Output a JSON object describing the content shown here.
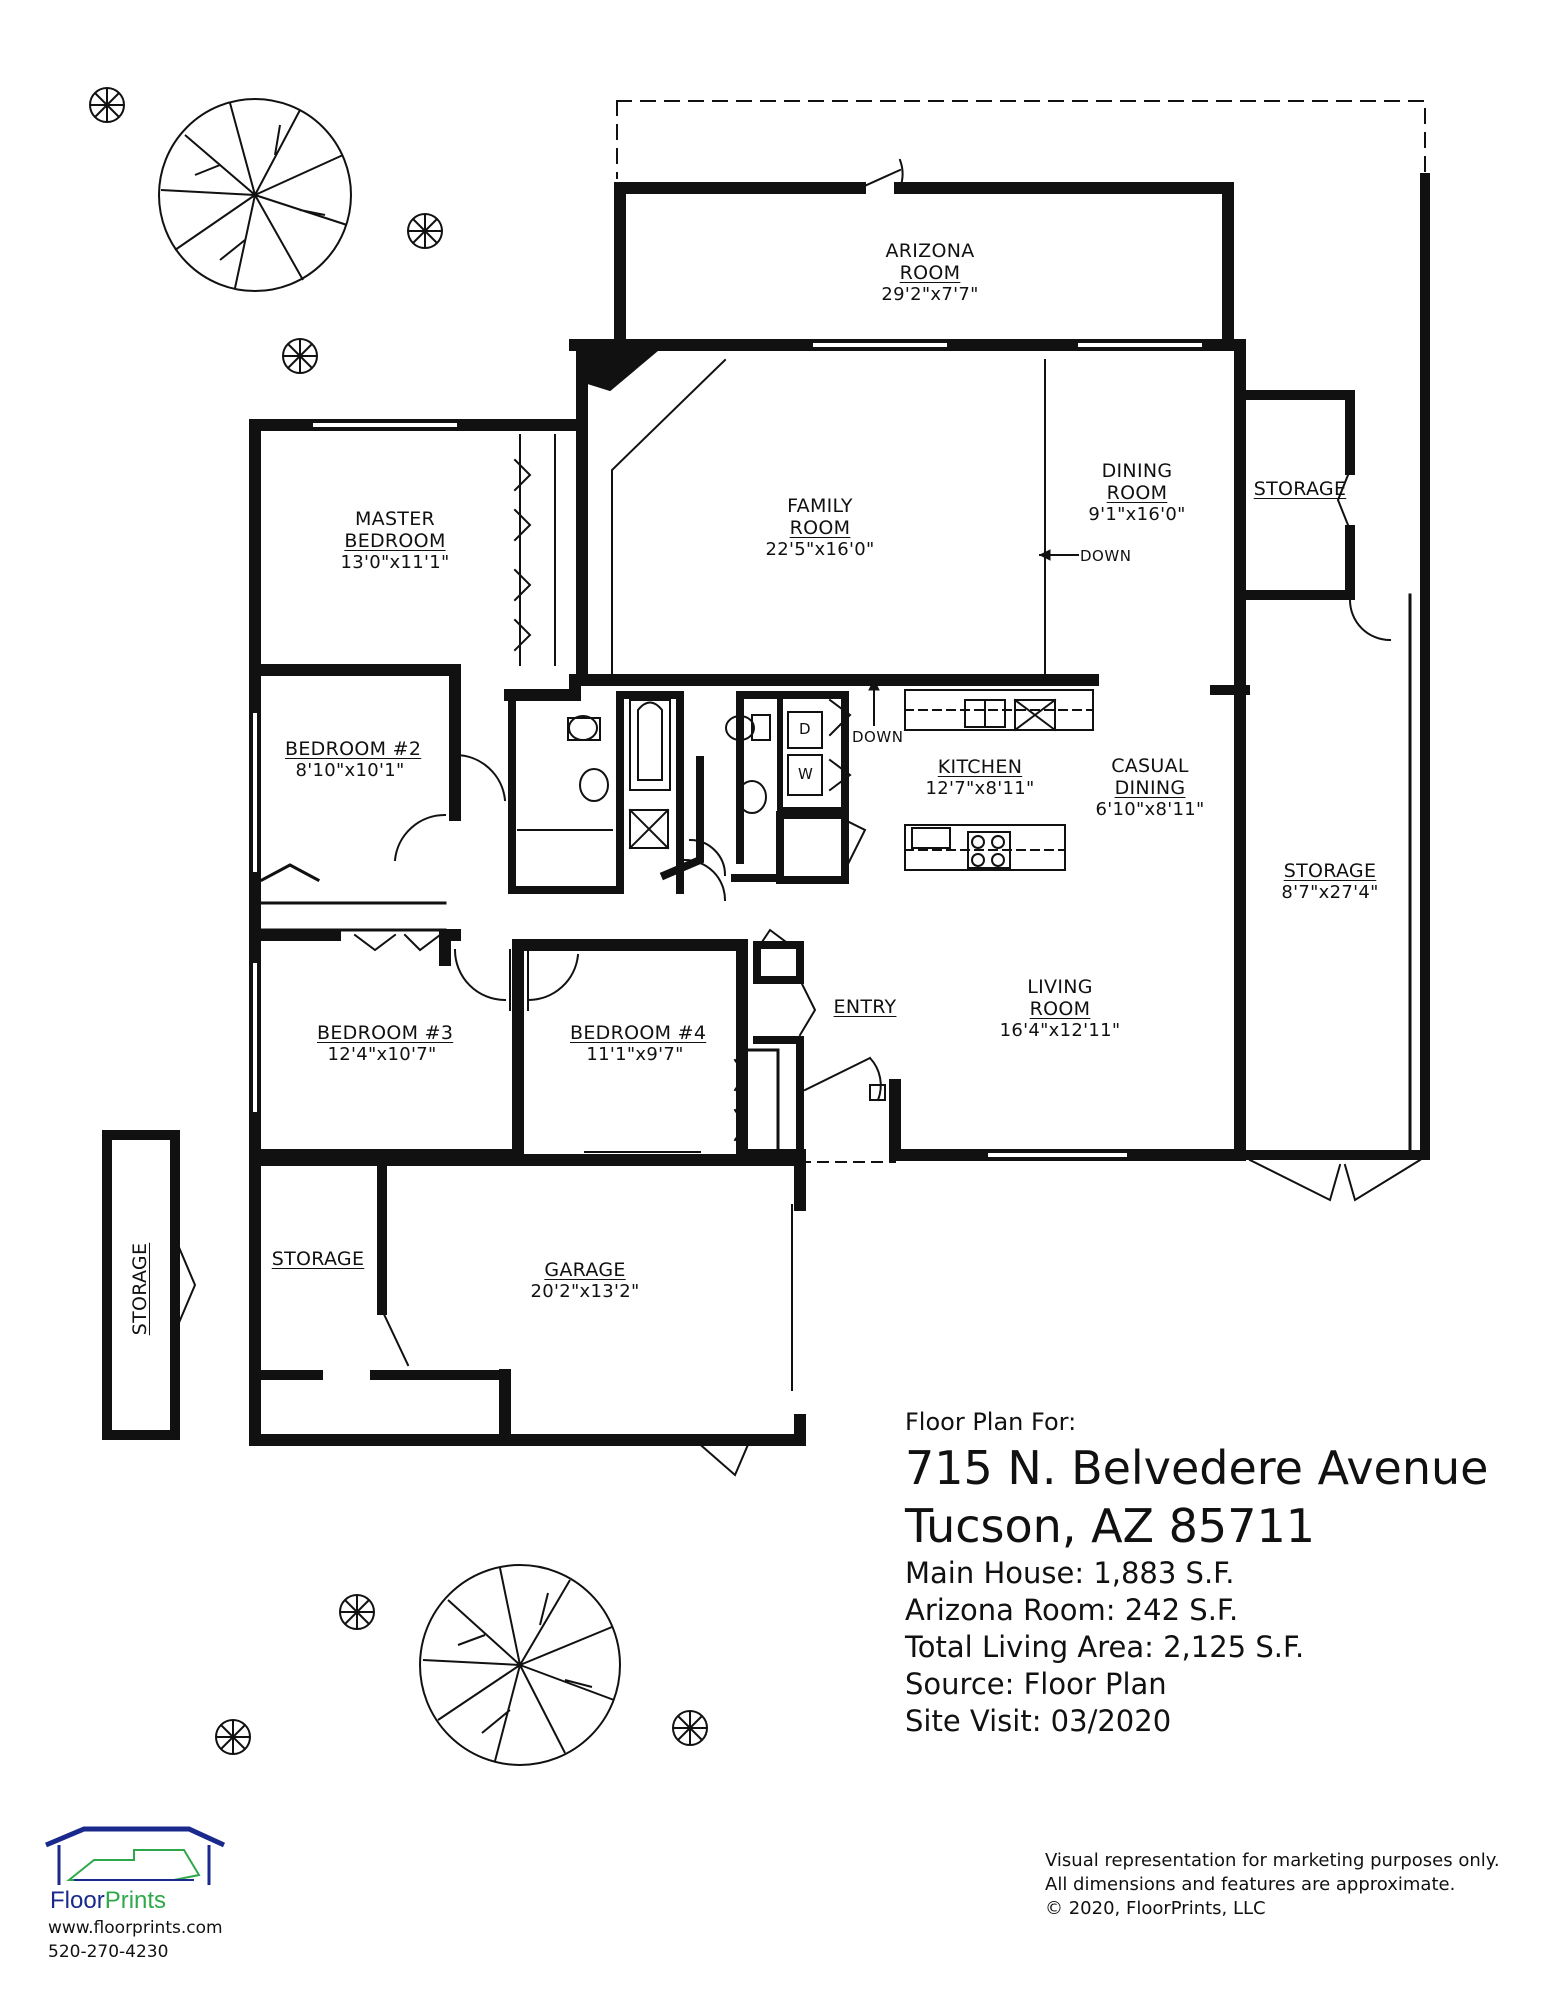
{
  "rooms": {
    "arizona": {
      "name1": "ARIZONA",
      "name2": "ROOM",
      "dims": "29'2\"x7'7\""
    },
    "family": {
      "name1": "FAMILY",
      "name2": "ROOM",
      "dims": "22'5\"x16'0\""
    },
    "dining": {
      "name1": "DINING",
      "name2": "ROOM",
      "dims": "9'1\"x16'0\""
    },
    "storage_top": {
      "name1": "STORAGE"
    },
    "master": {
      "name1": "MASTER",
      "name2": "BEDROOM",
      "dims": "13'0\"x11'1\""
    },
    "bedroom2": {
      "name1": "BEDROOM #2",
      "dims": "8'10\"x10'1\""
    },
    "kitchen": {
      "name1": "KITCHEN",
      "dims": "12'7\"x8'11\""
    },
    "casual": {
      "name1": "CASUAL",
      "name2": "DINING",
      "dims": "6'10\"x8'11\""
    },
    "storage_right": {
      "name1": "STORAGE",
      "dims": "8'7\"x27'4\""
    },
    "living": {
      "name1": "LIVING",
      "name2": "ROOM",
      "dims": "16'4\"x12'11\""
    },
    "bedroom3": {
      "name1": "BEDROOM #3",
      "dims": "12'4\"x10'7\""
    },
    "bedroom4": {
      "name1": "BEDROOM #4",
      "dims": "11'1\"x9'7\""
    },
    "entry": {
      "name1": "ENTRY"
    },
    "storage_garage": {
      "name1": "STORAGE"
    },
    "garage": {
      "name1": "GARAGE",
      "dims": "20'2\"x13'2\""
    },
    "storage_shed": {
      "name1": "STORAGE"
    }
  },
  "tags": {
    "down1": "DOWN",
    "down2": "DOWN",
    "dryer": "D",
    "washer": "W"
  },
  "info": {
    "heading": "Floor Plan For:",
    "address1": "715 N. Belvedere Avenue",
    "address2": "Tucson, AZ  85711",
    "main_house": "Main House:  1,883 S.F.",
    "arizona_room": "Arizona Room:  242 S.F.",
    "total_living": "Total Living Area:  2,125 S.F.",
    "source": "Source:  Floor Plan",
    "site_visit": "Site Visit:  03/2020"
  },
  "disclaimer": {
    "line1": "Visual representation for marketing purposes only.",
    "line2": "All dimensions and features are approximate.",
    "line3": "© 2020, FloorPrints, LLC"
  },
  "logo": {
    "name_a": "Floor",
    "name_b": "Prints",
    "url": "www.floorprints.com",
    "phone": "520-270-4230",
    "colors": {
      "navy": "#1a2a8c",
      "green": "#2ea84a"
    }
  }
}
